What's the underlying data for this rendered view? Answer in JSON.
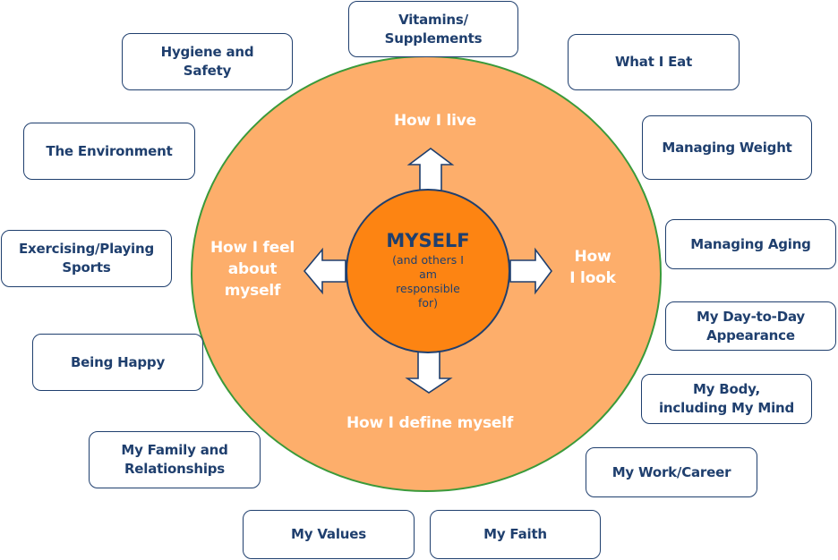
{
  "colors": {
    "outer_fill": "#fdae6b",
    "outer_stroke": "#3a9a3a",
    "core_fill": "#fd8412",
    "core_stroke": "#1f3f6e",
    "arrow_fill": "#ffffff",
    "arrow_stroke": "#1f3f6e",
    "box_text": "#1f3f6e",
    "ring_text": "#ffffff"
  },
  "core": {
    "title": "MYSELF",
    "subtitle": "(and others I\nam\nresponsible\nfor)"
  },
  "ring_labels": {
    "top": "How I live",
    "right": "How\nI look",
    "bottom": "How I define myself",
    "left": "How I feel\nabout\nmyself"
  },
  "arrows": [
    "up",
    "right",
    "down",
    "left"
  ],
  "topics": [
    {
      "id": "vitamins",
      "label": "Vitamins/\nSupplements"
    },
    {
      "id": "what-i-eat",
      "label": "What I Eat"
    },
    {
      "id": "managing-weight",
      "label": "Managing Weight"
    },
    {
      "id": "managing-aging",
      "label": "Managing Aging"
    },
    {
      "id": "day-to-day-appearance",
      "label": "My Day-to-Day\nAppearance"
    },
    {
      "id": "body-mind",
      "label": "My Body,\nincluding My Mind"
    },
    {
      "id": "work-career",
      "label": "My Work/Career"
    },
    {
      "id": "faith",
      "label": "My Faith"
    },
    {
      "id": "values",
      "label": "My Values"
    },
    {
      "id": "family-relationships",
      "label": "My Family and\nRelationships"
    },
    {
      "id": "being-happy",
      "label": "Being Happy"
    },
    {
      "id": "exercising-sports",
      "label": "Exercising/Playing\nSports"
    },
    {
      "id": "environment",
      "label": "The Environment"
    },
    {
      "id": "hygiene-safety",
      "label": "Hygiene and\nSafety"
    }
  ]
}
